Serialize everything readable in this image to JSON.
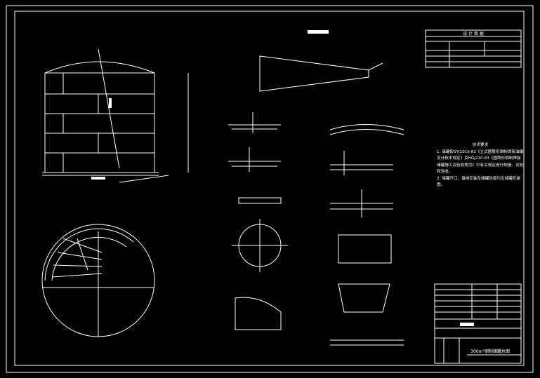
{
  "drawing": {
    "design_data_title": "设 计 数 据",
    "tech_requirements": {
      "title": "技术要求",
      "items": [
        "1. 储罐按SYJ1016-82《立式圆筒形钢制焊接油罐设计技术规定》及HGJ210-83《圆筒形钢制焊接储罐施工及验收规范》中有关规定进行制造、试验和验收。",
        "2. 储罐开口、盘梯安装及储罐防腐均见储罐安装图。"
      ]
    },
    "title_block": {
      "drawing_title": "300m³钢制储罐总图"
    },
    "colors": {
      "background": "#000000",
      "lines": "#ffffff"
    }
  }
}
